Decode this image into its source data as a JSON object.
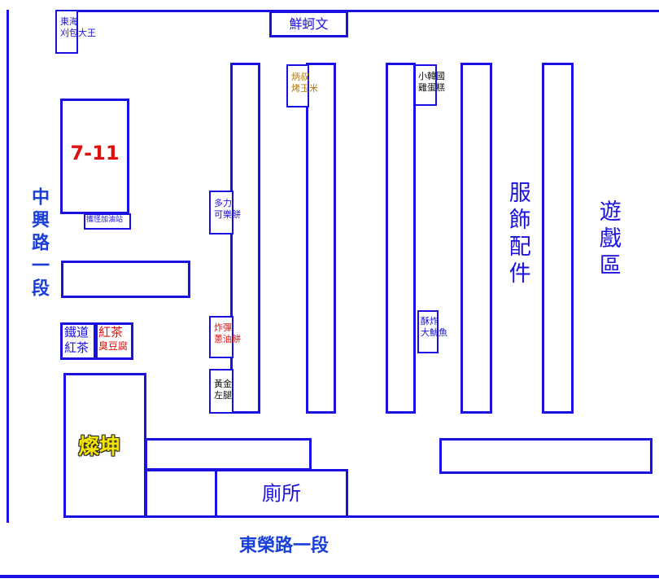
{
  "streets": {
    "left": "中興路一段",
    "bottom": "東榮路一段"
  },
  "stalls": {
    "donghai": [
      "東海",
      "刈包大王"
    ],
    "xianke": "鮮蚵文",
    "seven_eleven": "7-11",
    "gas_station": "攜怪加油站",
    "bing_uncle": [
      "炳叔",
      "烤玉米"
    ],
    "korea_cake": [
      "小韓國",
      "雞蛋糕"
    ],
    "duoli": [
      "多力",
      "可樂餅"
    ],
    "clothing": "服飾配件",
    "games": "遊戲區",
    "railway_tea": [
      "鐵道",
      "紅茶"
    ],
    "red_tea_tofu": [
      "紅茶",
      "臭豆腐"
    ],
    "fried_scallion": [
      "炸彈",
      "蔥油餅"
    ],
    "squid": [
      "酥炸",
      "大魷魚"
    ],
    "golden_drumstick": [
      "黃金",
      "左腿"
    ],
    "canshen": "燦坤",
    "toilet": "廁所"
  },
  "colors": {
    "outline": "#1a10e0",
    "street_text": "#1a3fd8",
    "red_text": "#e01010",
    "brown_text": "#b07a10",
    "highlight": "#f5e400"
  }
}
